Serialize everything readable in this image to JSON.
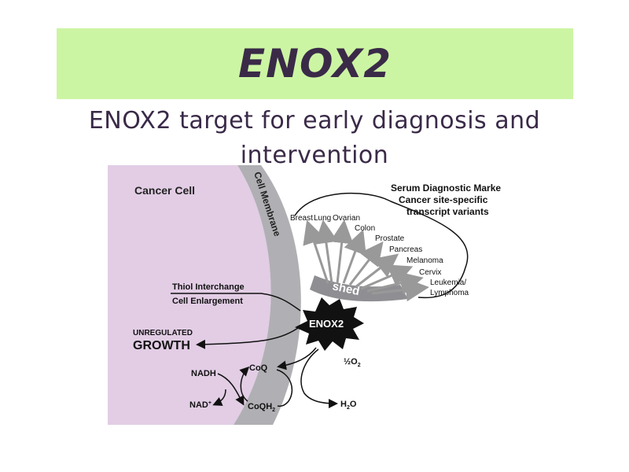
{
  "title": "ENOX2",
  "subtitle": "ENOX2 target for early diagnosis and intervention",
  "diagram": {
    "cell_label": "Cancer Cell",
    "membrane_label": "Cell Membrane",
    "serum_markers": [
      "Serum Diagnostic Markers",
      "Cancer site-specific",
      "transcript variants"
    ],
    "sites": [
      "Breast",
      "Lung",
      "Ovarian",
      "Colon",
      "Prostate",
      "Pancreas",
      "Melanoma",
      "Cervix",
      "Leukemia/",
      "Lymphoma"
    ],
    "shed_label": "shed",
    "thiol": "Thiol Interchange",
    "cell_enlargement": "Cell Enlargement",
    "unregulated": "UNREGULATED",
    "growth": "GROWTH",
    "enox2": "ENOX2",
    "nadh": "NADH",
    "nad": "NAD",
    "nad_sup": "+",
    "coq": "CoQ",
    "coqh": "CoQH",
    "coqh_sub": "2",
    "half_o2_frac": "½O",
    "half_o2_sub": "2",
    "h2o_h": "H",
    "h2o_sub": "2",
    "h2o_o": "O"
  }
}
